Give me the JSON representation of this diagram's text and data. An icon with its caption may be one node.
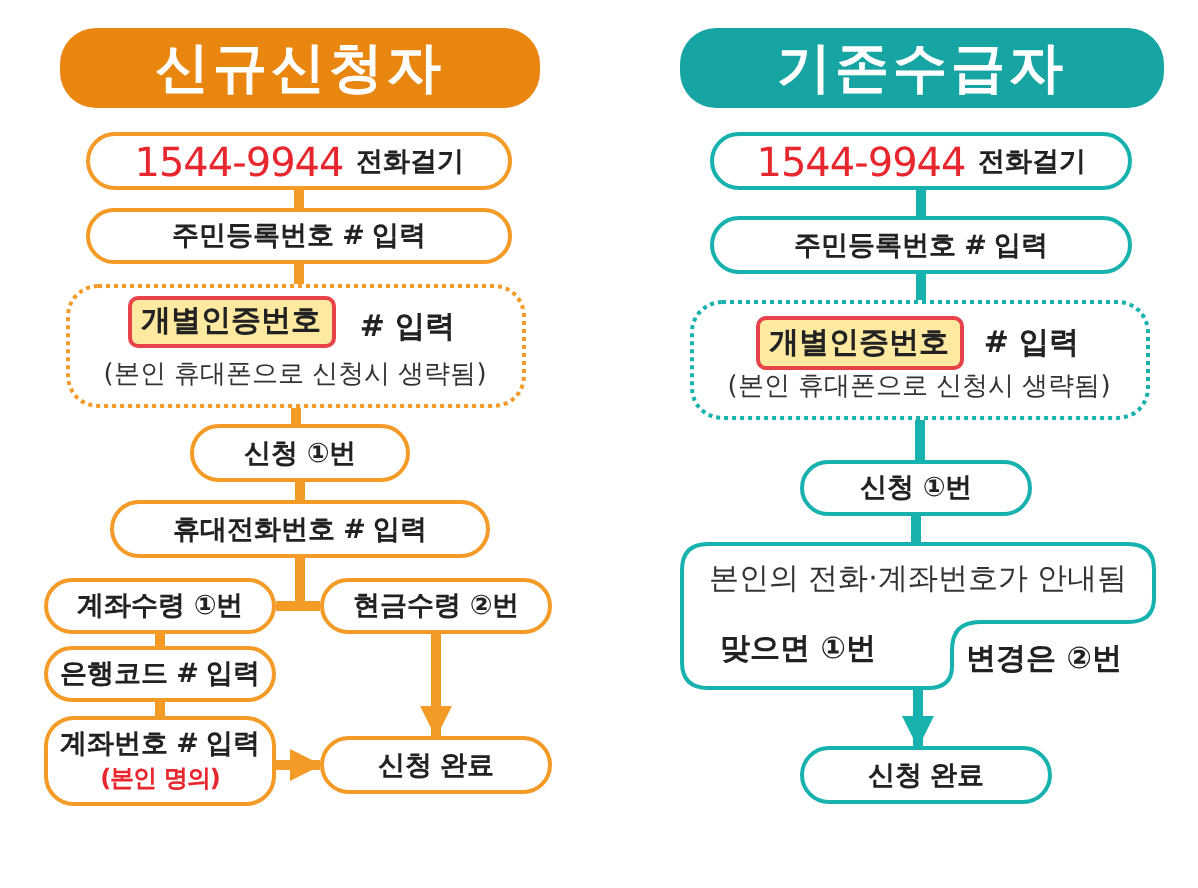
{
  "diagram": {
    "nodes": [
      {
        "text": [
          "신규신청자"
        ]
      },
      {
        "text": [
          "1544-9944",
          "전화걸기"
        ]
      },
      {
        "text": [
          "주민등록번호 # 입력"
        ]
      },
      {
        "text": [
          "# 입력",
          "(본인 휴대폰으로 신청시 생략됨)"
        ]
      },
      {
        "text": [
          "개별인증번호"
        ],
        "in": 3
      },
      {
        "text": [
          "신청 ①번"
        ]
      },
      {
        "text": [
          "휴대전화번호 # 입력"
        ]
      },
      {
        "text": [
          "계좌수령 ①번"
        ]
      },
      {
        "text": [
          "현금수령 ②번"
        ]
      },
      {
        "text": [
          "은행코드 # 입력"
        ]
      },
      {
        "text": [
          "계좌번호 # 입력",
          "(본인 명의)"
        ]
      },
      {
        "text": [
          "신청 완료"
        ]
      },
      {
        "text": [
          "기존수급자"
        ]
      },
      {
        "text": [
          "1544-9944",
          "전화걸기"
        ]
      },
      {
        "text": [
          "주민등록번호 # 입력"
        ]
      },
      {
        "text": [
          "# 입력",
          "(본인 휴대폰으로 신청시 생략됨)"
        ]
      },
      {
        "text": [
          "개별인증번호"
        ],
        "in": 15
      },
      {
        "text": [
          "신청 ①번"
        ]
      },
      {
        "text": [
          "본인의 전화·계좌번호가 안내됨",
          "맞으면 ①번"
        ],
        "beside": [
          "변경은 ②번"
        ]
      },
      {
        "text": [
          "신청 완료"
        ]
      }
    ],
    "edges": [
      {
        "from": 1,
        "to": 2,
        "arrow": "none"
      },
      {
        "from": 2,
        "to": 3,
        "arrow": "none"
      },
      {
        "from": 3,
        "to": 5,
        "arrow": "none"
      },
      {
        "from": 5,
        "to": 6,
        "arrow": "none"
      },
      {
        "from": 6,
        "to": 7,
        "arrow": "none"
      },
      {
        "from": 6,
        "to": 8,
        "arrow": "none"
      },
      {
        "from": 7,
        "to": 9,
        "arrow": "none"
      },
      {
        "from": 9,
        "to": 10,
        "arrow": "none"
      },
      {
        "from": 8,
        "to": 11,
        "arrow": "to"
      },
      {
        "from": 10,
        "to": 11,
        "arrow": "to"
      },
      {
        "from": 13,
        "to": 14,
        "arrow": "none",
        "color": "#17b1ae"
      },
      {
        "from": 14,
        "to": 15,
        "arrow": "none",
        "color": "#17b1ae"
      },
      {
        "from": 15,
        "to": 17,
        "arrow": "none",
        "color": "#17b1ae"
      },
      {
        "from": 17,
        "to": 18,
        "arrow": "none",
        "color": "#17b1ae"
      },
      {
        "from": 18,
        "to": 19,
        "arrow": "to",
        "color": "#17b1ae"
      }
    ]
  }
}
